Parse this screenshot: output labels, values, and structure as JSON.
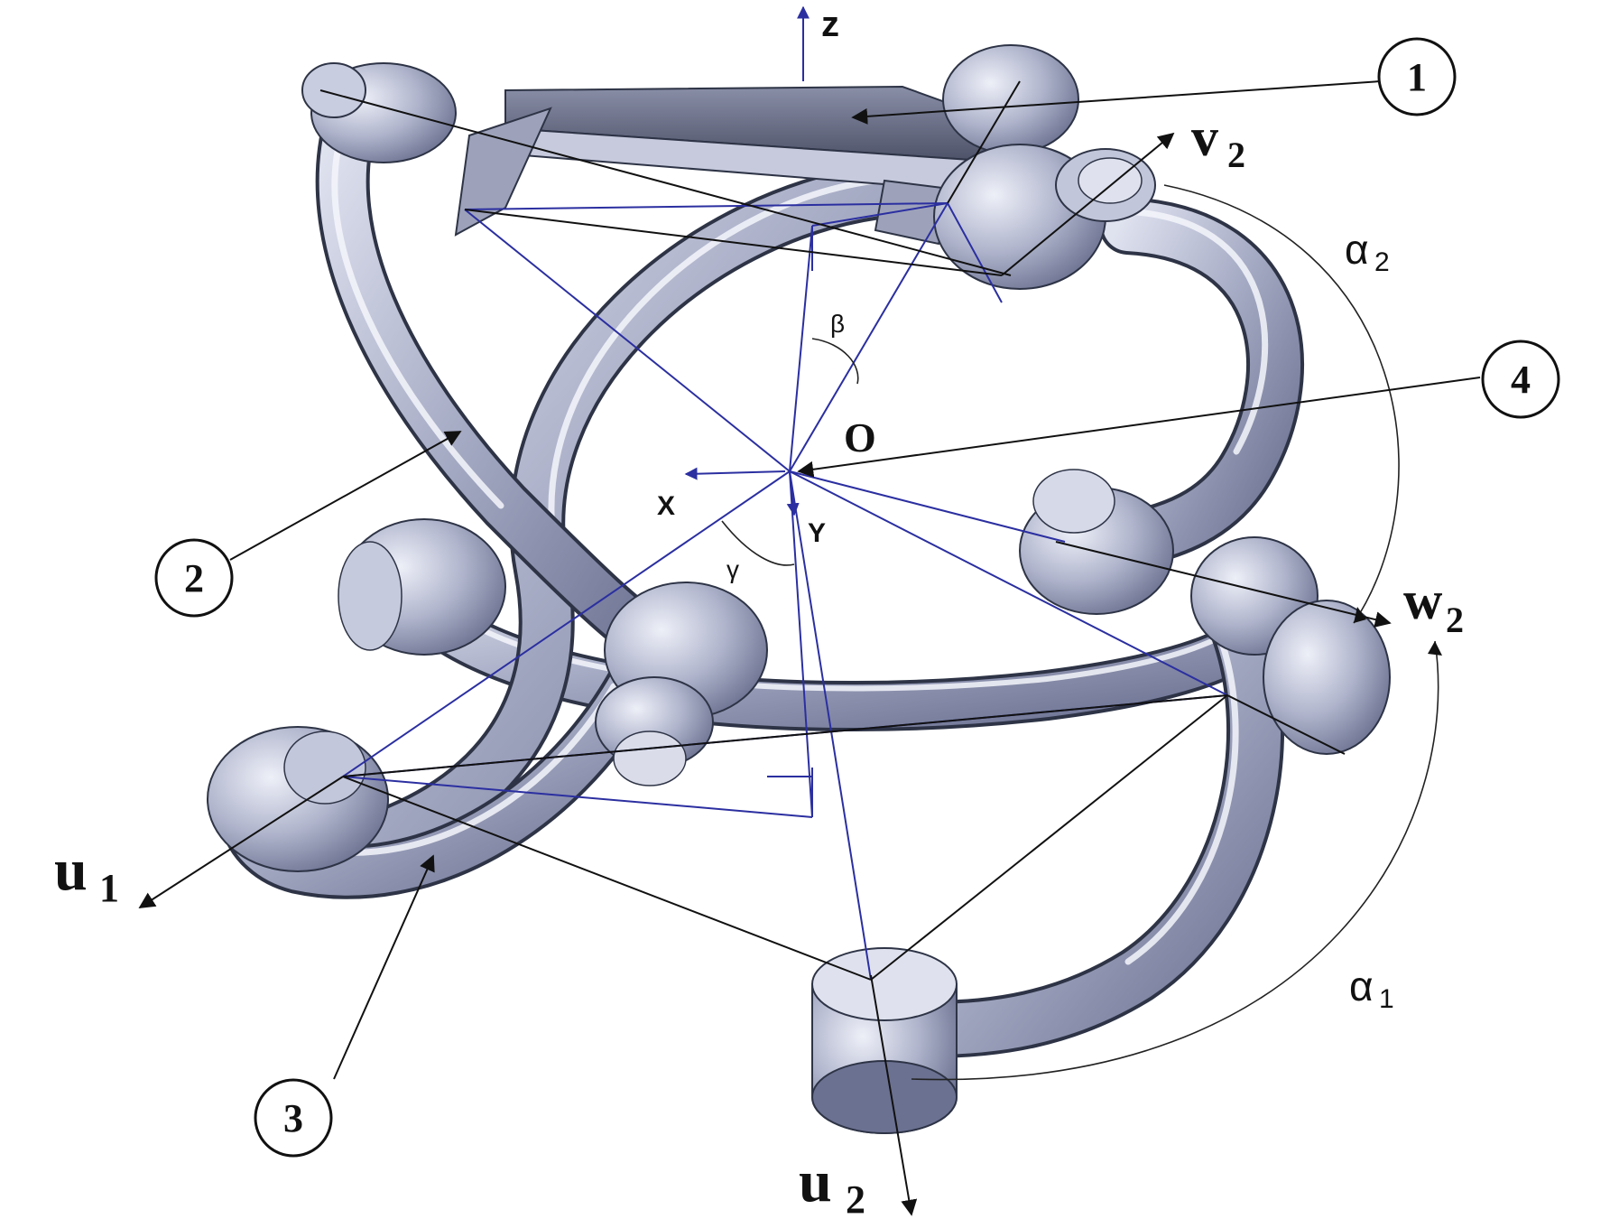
{
  "labels": {
    "z": "z",
    "x": "X",
    "y": "Y",
    "origin": "O",
    "beta": "β",
    "gamma": "γ",
    "alpha1": "α",
    "alpha1_sub": "1",
    "alpha2": "α",
    "alpha2_sub": "2",
    "u1": "u",
    "u1_sub": "1",
    "u2": "u",
    "u2_sub": "2",
    "v2": "v",
    "v2_sub": "2",
    "w2": "w",
    "w2_sub": "2"
  },
  "callouts": {
    "c1": "1",
    "c2": "2",
    "c3": "3",
    "c4": "4"
  },
  "colors": {
    "part_fill": "#a8adc6",
    "part_dark": "#6b7191",
    "part_light": "#e6e9f4",
    "construction_line": "#2b2fa0",
    "annotation": "#111111"
  }
}
